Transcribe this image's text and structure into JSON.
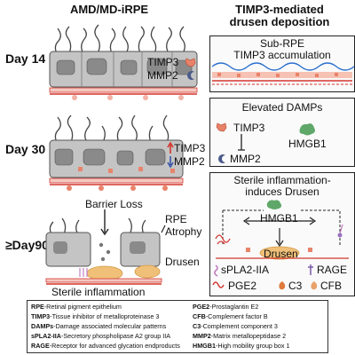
{
  "left_title": "AMD/MD-iRPE",
  "right_title": [
    "TIMP3-mediated",
    "drusen deposition"
  ],
  "days": {
    "d14": "Day 14",
    "d30": "Day 30",
    "d90": "≥Day90"
  },
  "left_labels": {
    "timp3": "TIMP3",
    "mmp2": "MMP2",
    "barrier_loss": "Barrier Loss",
    "rpe": "RPE",
    "atrophy": "Atrophy",
    "drusen": "Drusen",
    "sterile_inflammation": "Sterile inflammation"
  },
  "panel1": {
    "title": [
      "Sub-RPE",
      "TIMP3 accumulation"
    ]
  },
  "panel2": {
    "title": "Elevated DAMPs",
    "timp3": "TIMP3",
    "mmp2": "MMP2",
    "hmgb1": "HMGB1"
  },
  "panel3": {
    "title": [
      "Sterile inflammation-",
      "induces Drusen"
    ],
    "hmgb1": "HMGB1",
    "drusen": "Drusen",
    "spla2": "sPLA2-IIA",
    "rage": "RAGE",
    "pge2": "PGE2",
    "c3": "C3",
    "cfb": "CFB"
  },
  "legend": {
    "left": [
      {
        "abbr": "RPE",
        "def": "-Retinal pigment epithelium"
      },
      {
        "abbr": "TIMP3",
        "def": "-Tissue inhibitor of metalloproteinase 3"
      },
      {
        "abbr": "DAMPs",
        "def": "-Damage associated molecular patterns"
      },
      {
        "abbr": "sPLA2-IIA",
        "def": "-Secretory phospholipase A2 group IIA"
      },
      {
        "abbr": "RAGE",
        "def": "-Receptor for advanced glycation endproducts"
      }
    ],
    "right": [
      {
        "abbr": "PGE2",
        "def": "-Prostaglantin E2"
      },
      {
        "abbr": "CFB",
        "def": "-Complement factor B"
      },
      {
        "abbr": "C3",
        "def": "-Complement component 3"
      },
      {
        "abbr": "MMP2",
        "def": "-Matrix metallopeptidase 2"
      },
      {
        "abbr": "HMGB1",
        "def": "-High mobility group box 1"
      }
    ]
  },
  "colors": {
    "timp3": "#e8836a",
    "mmp2": "#4a5a8a",
    "hmgb1": "#5fa86a",
    "drusen": "#f0c078",
    "cell_gray": "#b9b9b9",
    "membrane_red": "#d4362f",
    "up_arrow": "#d4362f",
    "down_arrow": "#3b56a8",
    "wave_blue": "#2a6fd0"
  }
}
